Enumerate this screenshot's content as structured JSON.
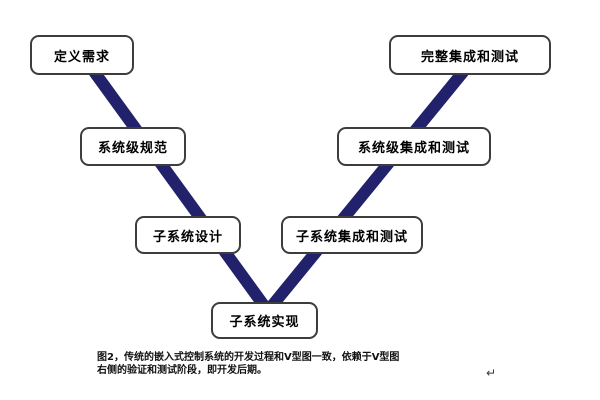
{
  "diagram": {
    "type": "v-model-development-process",
    "line_color": "#22216b",
    "boxes": {
      "define_requirements": "定义需求",
      "complete_integration_test": "完整集成和测试",
      "system_level_spec": "系统级规范",
      "system_level_integration_test": "系统级集成和测试",
      "subsystem_design": "子系统设计",
      "subsystem_integration_test": "子系统集成和测试",
      "subsystem_implementation": "子系统实现"
    }
  },
  "caption": {
    "line1": "图2，传统的嵌入式控制系统的开发过程和V型图一致，依赖于V型图",
    "line2": "右侧的验证和测试阶段，即开发后期。"
  },
  "marks": {
    "return_mark": "↵"
  }
}
